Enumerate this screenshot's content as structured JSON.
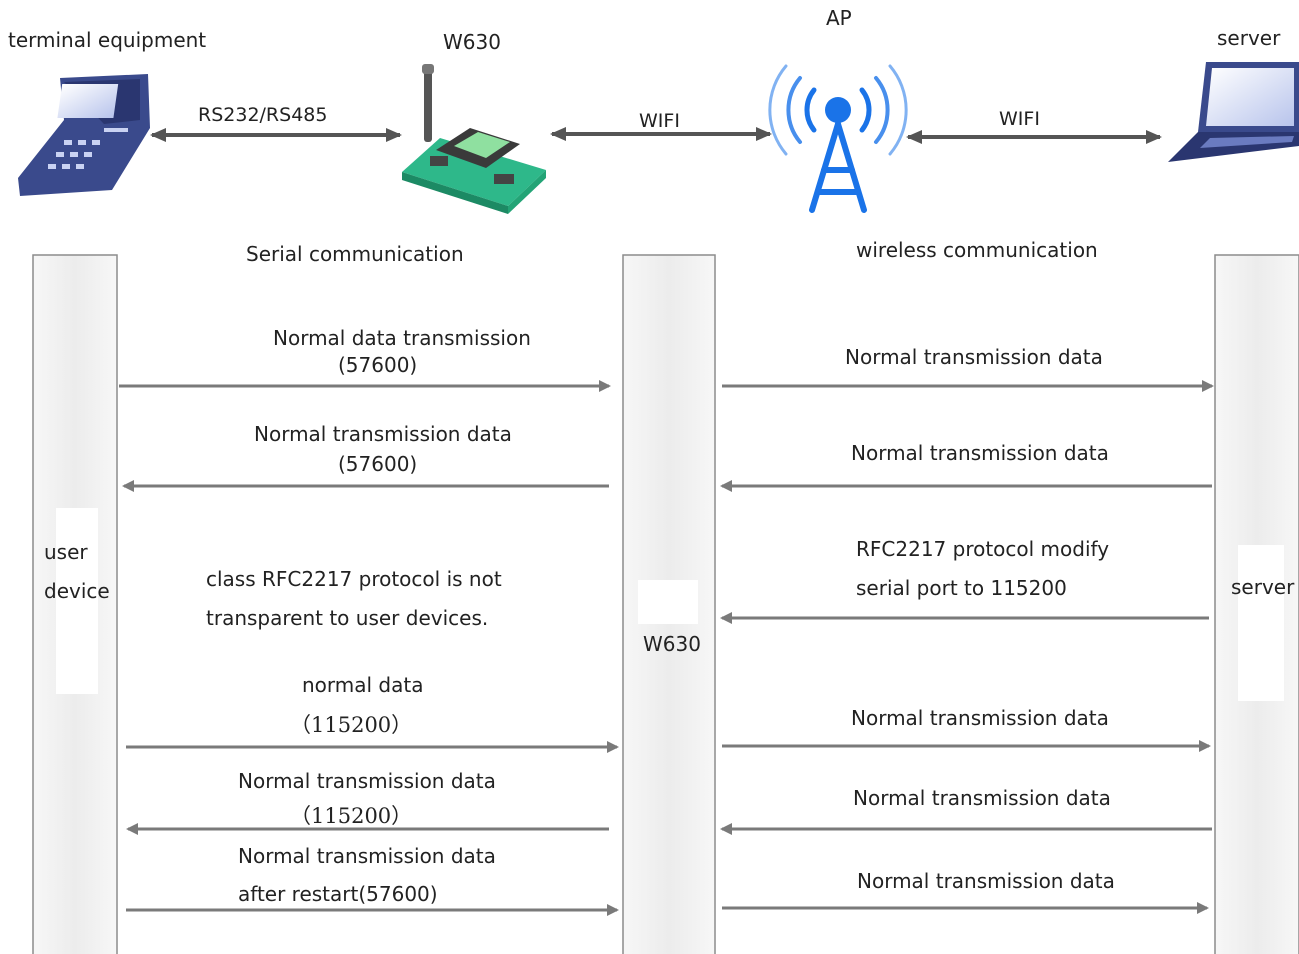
{
  "top": {
    "terminal_label": "terminal equipment",
    "w630_label": "W630",
    "ap_label": "AP",
    "server_label": "server",
    "link_serial": "RS232/RS485",
    "link_wifi_1": "WIFI",
    "link_wifi_2": "WIFI"
  },
  "sections": {
    "serial": "Serial communication",
    "wireless": "wireless communication"
  },
  "lanes": {
    "user_line1": "user",
    "user_line2": "device",
    "w630": "W630",
    "server": "server"
  },
  "messages": {
    "m1_line1": "Normal data transmission",
    "m1_line2": "(57600)",
    "m2_line1": "Normal transmission data",
    "m2_line2": "(57600)",
    "note_line1": "class RFC2217 protocol is not",
    "note_line2": "transparent to user devices.",
    "m3_line1": "normal data",
    "m3_line2": "（115200）",
    "m4_line1": "Normal transmission data",
    "m4_line2": "（115200）",
    "m5_line1": "Normal transmission data",
    "m5_line2": "after restart(57600)",
    "r1": "Normal transmission data",
    "r2": "Normal transmission data",
    "r3_line1": "RFC2217 protocol modify",
    "r3_line2": "serial port to 115200",
    "r4": "Normal transmission data",
    "r5": "Normal transmission data",
    "r6": "Normal transmission data"
  },
  "colors": {
    "arrow": "#7a7a7a",
    "lane_fill": "#f2f2f2",
    "lane_stroke": "#8c8c8c",
    "antenna_blue": "#1a73e8",
    "pcb_green": "#2eb88a",
    "device_navy": "#3a4a8c"
  },
  "icons": {
    "terminal": "handheld-terminal-icon",
    "w630": "wifi-module-icon",
    "ap": "wireless-tower-icon",
    "server": "laptop-icon"
  }
}
